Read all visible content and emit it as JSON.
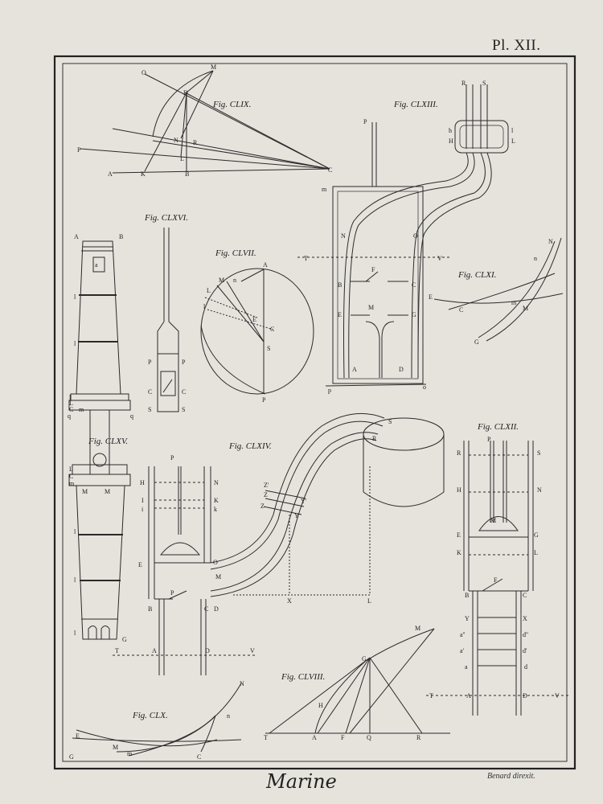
{
  "plate": {
    "number": "Pl. XII.",
    "caption": "Marine",
    "engraver": "Benard direxit."
  },
  "figures": {
    "clix": "Fig. CLIX.",
    "cliii": "Fig. CLXIII.",
    "clxvi": "Fig. CLXVI.",
    "clvii": "Fig. CLVII.",
    "clxi": "Fig. CLXI.",
    "clxv": "Fig. CLXV.",
    "clxiv": "Fig. CLXIV.",
    "clxii": "Fig. CLXII.",
    "clx": "Fig. CLX.",
    "clviii": "Fig. CLVIII."
  },
  "labels": {
    "fig159": [
      "M",
      "O",
      "D",
      "N",
      "R",
      "L",
      "P",
      "A",
      "K",
      "B",
      "C"
    ],
    "fig163": [
      "R",
      "S",
      "P",
      "h",
      "l",
      "H",
      "L",
      "m",
      "N",
      "O",
      "T",
      "V",
      "F",
      "B",
      "C",
      "M",
      "E",
      "G",
      "A",
      "D",
      "p",
      "o"
    ],
    "fig166": [
      "P",
      "P",
      "C",
      "C",
      "S",
      "S"
    ],
    "fig157": [
      "A",
      "L",
      "M",
      "n",
      "l",
      "E",
      "C",
      "S",
      "P"
    ],
    "fig161": [
      "N",
      "n",
      "E",
      "C",
      "m",
      "M",
      "G"
    ],
    "fig165": [
      "A",
      "B",
      "a",
      "l",
      "l",
      "l",
      "L",
      "C",
      "m",
      "q",
      "q",
      "L",
      "C",
      "m",
      "M",
      "M",
      "l",
      "l",
      "l",
      "G",
      "H"
    ],
    "fig164": [
      "P",
      "H",
      "N",
      "I",
      "K",
      "i",
      "k",
      "E",
      "O",
      "M",
      "P",
      "B",
      "C",
      "D",
      "T",
      "A",
      "D",
      "V",
      "S",
      "R",
      "Z'",
      "Z",
      "Z",
      "Y'",
      "Y",
      "X",
      "L"
    ],
    "fig162": [
      "P",
      "R",
      "S",
      "H",
      "N",
      "M",
      "E",
      "G",
      "K",
      "L",
      "F",
      "B",
      "C",
      "Y",
      "X",
      "a''",
      "d''",
      "a'",
      "d'",
      "a",
      "d",
      "T",
      "A",
      "D",
      "V"
    ],
    "fig160": [
      "N",
      "n",
      "E",
      "M",
      "m",
      "G",
      "C"
    ],
    "fig158": [
      "M",
      "G",
      "H",
      "T",
      "A",
      "F",
      "Q",
      "R"
    ]
  }
}
